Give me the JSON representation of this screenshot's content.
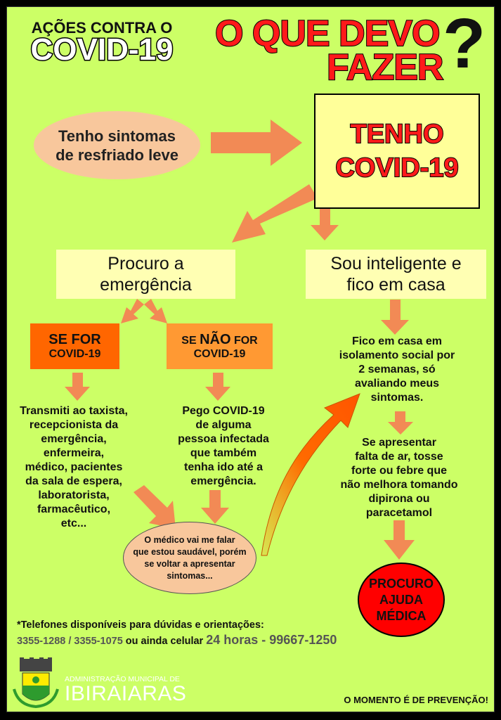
{
  "header": {
    "subtitle": "AÇÕES CONTRA O",
    "covid": "COVID-19",
    "question_line1": "O QUE DEVO",
    "question_line2": "FAZER",
    "question_mark": "?"
  },
  "flow": {
    "start": [
      "Tenho sintomas",
      "de resfriado leve"
    ],
    "diagnosis": [
      "TENHO",
      "COVID-19"
    ],
    "option_emergency": [
      "Procuro a",
      "emergência"
    ],
    "option_home": [
      "Sou inteligente e",
      "fico em casa"
    ],
    "if_covid": {
      "line1": "SE FOR",
      "line2": "COVID-19"
    },
    "if_not_covid": {
      "pre": "SE ",
      "strong": "NÃO",
      "post": " FOR",
      "line2": "COVID-19"
    },
    "transmitted": [
      "Transmiti ao taxista,",
      "recepcionista da",
      "emergência,",
      "enfermeira,",
      "médico, pacientes",
      "da sala de espera,",
      "laboratorista,",
      "farmacêutico,",
      "etc..."
    ],
    "caught": [
      "Pego COVID-19",
      "de alguma",
      "pessoa infectada",
      "que também",
      "tenha ido até a",
      "emergência."
    ],
    "doctor": [
      "O médico vai me falar",
      "que estou saudável, porém",
      "se voltar a apresentar",
      "sintomas..."
    ],
    "home_isolation": [
      "Fico em casa em",
      "isolamento social por",
      "2 semanas, só",
      "avaliando meus",
      "sintomas."
    ],
    "warning_signs": [
      "Se apresentar",
      "falta de ar, tosse",
      "forte ou febre que",
      "não melhora tomando",
      "dipirona ou",
      "paracetamol"
    ],
    "seek_help": [
      "PROCURO",
      "AJUDA",
      "MÉDICA"
    ]
  },
  "footer": {
    "phones_title": "*Telefones disponíveis para dúvidas e orientações:",
    "phones": "3355-1288 / 3355-1075",
    "phones_mid": " ou ainda celular ",
    "cell": "24 horas - 99667-1250",
    "admin": "ADMINISTRAÇÃO MUNICIPAL DE",
    "city": "IBIRAIARAS",
    "slogan": "O MOMENTO É DE PREVENÇÃO!"
  },
  "colors": {
    "background": "#ccff66",
    "arrow": "#f28a55",
    "peach": "#f8c79c",
    "pale_yellow": "#ffffb3",
    "dark_orange": "#ff6600",
    "orange": "#ff9933",
    "red": "#ff0000"
  }
}
